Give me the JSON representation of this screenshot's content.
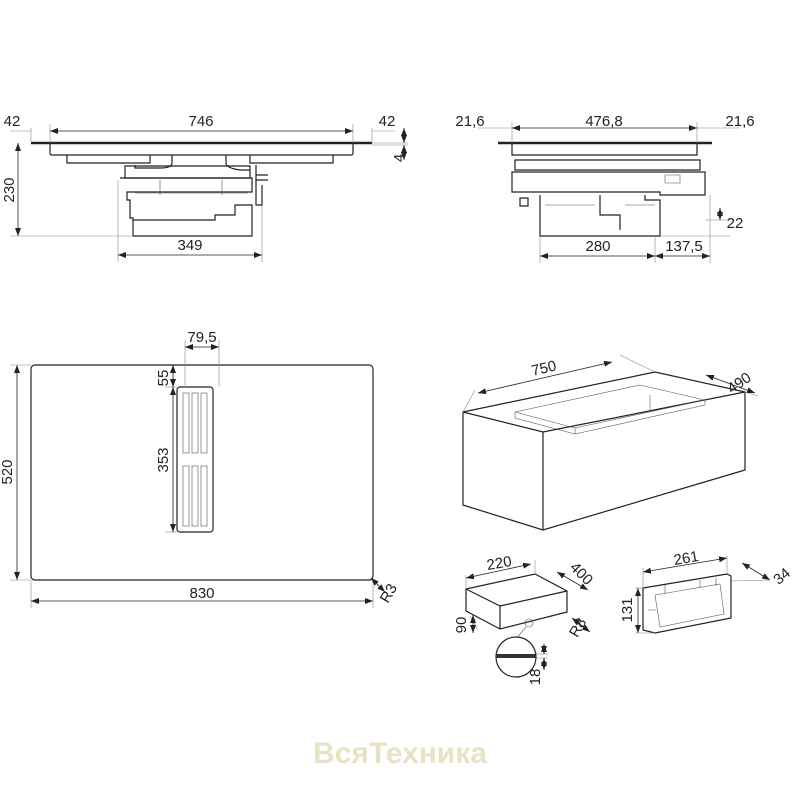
{
  "front_view": {
    "width_total": "746",
    "overhang_left": "42",
    "overhang_right": "42",
    "glass_thickness": "4",
    "height": "230",
    "unit_width": "349"
  },
  "side_view": {
    "depth_total": "476,8",
    "overhang_left": "21,6",
    "overhang_right": "21,6",
    "offset": "22",
    "unit_depth": "280",
    "rear_offset": "137,5"
  },
  "top_view": {
    "vent_width": "79,5",
    "vent_offset": "55",
    "vent_length": "353",
    "depth": "520",
    "width": "830",
    "corner_radius": "R3"
  },
  "cutout_view": {
    "width": "750",
    "depth": "490"
  },
  "duct_view": {
    "width": "220",
    "length": "400",
    "height": "90",
    "radius": "R8",
    "wall": "18"
  },
  "grille_view": {
    "width": "261",
    "height": "131",
    "depth": "34"
  },
  "watermark": "ВсяТехника"
}
